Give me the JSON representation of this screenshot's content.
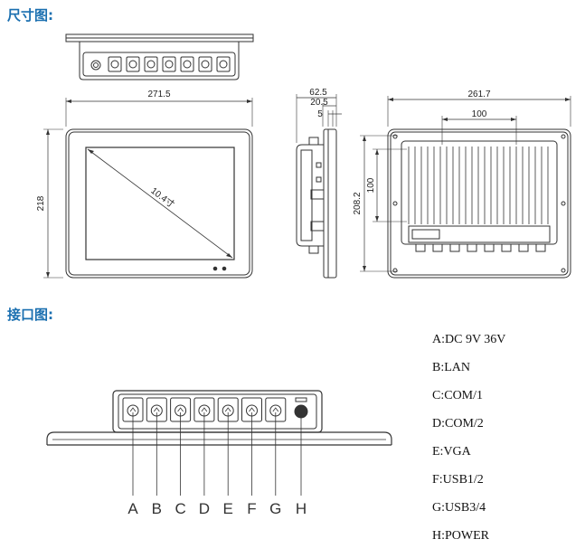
{
  "titles": {
    "dimensions": "尺寸图:",
    "interfaces": "接口图:"
  },
  "dimensions": {
    "front_width": "271.5",
    "front_height": "218",
    "screen_diagonal": "10.4寸",
    "side_depth": "62.5",
    "side_20_5": "20.5",
    "side_5": "5",
    "back_width": "261.7",
    "back_mount_horizontal": "100",
    "back_height": "208.2",
    "back_mount_vertical": "100"
  },
  "port_letters": [
    "A",
    "B",
    "C",
    "D",
    "E",
    "F",
    "G",
    "H"
  ],
  "legend": [
    "A:DC 9V 36V",
    "B:LAN",
    "C:COM/1",
    "D:COM/2",
    "E:VGA",
    "F:USB1/2",
    "G:USB3/4",
    "H:POWER"
  ]
}
